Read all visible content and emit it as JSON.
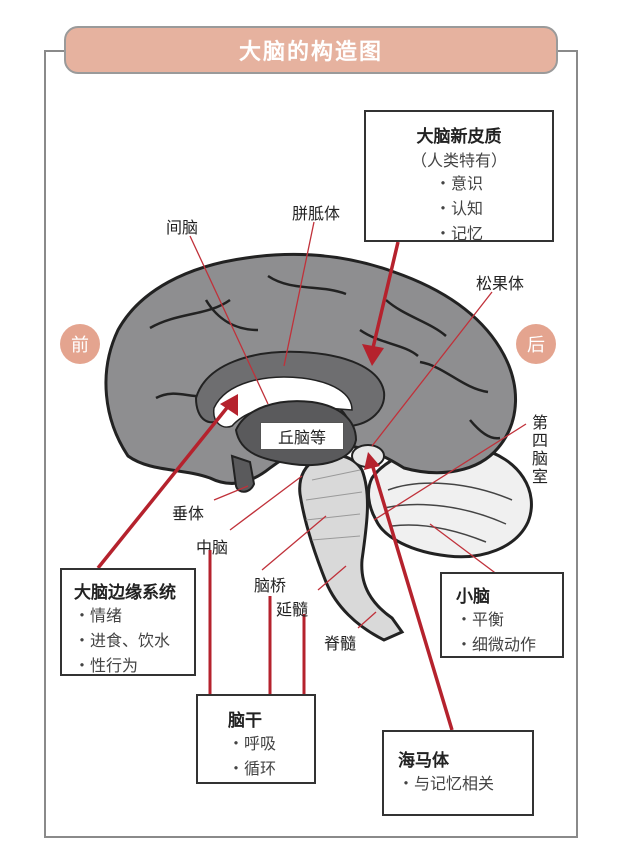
{
  "title": "大脑的构造图",
  "badges": {
    "front": "前",
    "back": "后"
  },
  "labels": {
    "diencephalon": "间脑",
    "corpus_callosum": "胼胝体",
    "pineal": "松果体",
    "fourth_ventricle": "第四脑室",
    "thalamus": "丘脑等",
    "pituitary": "垂体",
    "midbrain": "中脑",
    "pons": "脑桥",
    "medulla": "延髓",
    "spinal_cord": "脊髓"
  },
  "boxes": {
    "neocortex": {
      "title": "大脑新皮质",
      "subtitle": "（人类特有）",
      "items": [
        "・意识",
        "・认知",
        "・记忆"
      ]
    },
    "limbic": {
      "title": "大脑边缘系统",
      "items": [
        "・情绪",
        "・进食、饮水",
        "・性行为"
      ]
    },
    "cerebellum": {
      "title": "小脑",
      "items": [
        "・平衡",
        "・细微动作"
      ]
    },
    "brainstem": {
      "title": "脑干",
      "items": [
        "・呼吸",
        "・循环"
      ]
    },
    "hippocampus": {
      "title": "海马体",
      "items": [
        "・与记忆相关"
      ]
    }
  },
  "colors": {
    "accent_red": "#b5222d",
    "badge": "#e4a48f",
    "title_bg": "#e6b29f",
    "brain_gray": "#8e8e90"
  }
}
